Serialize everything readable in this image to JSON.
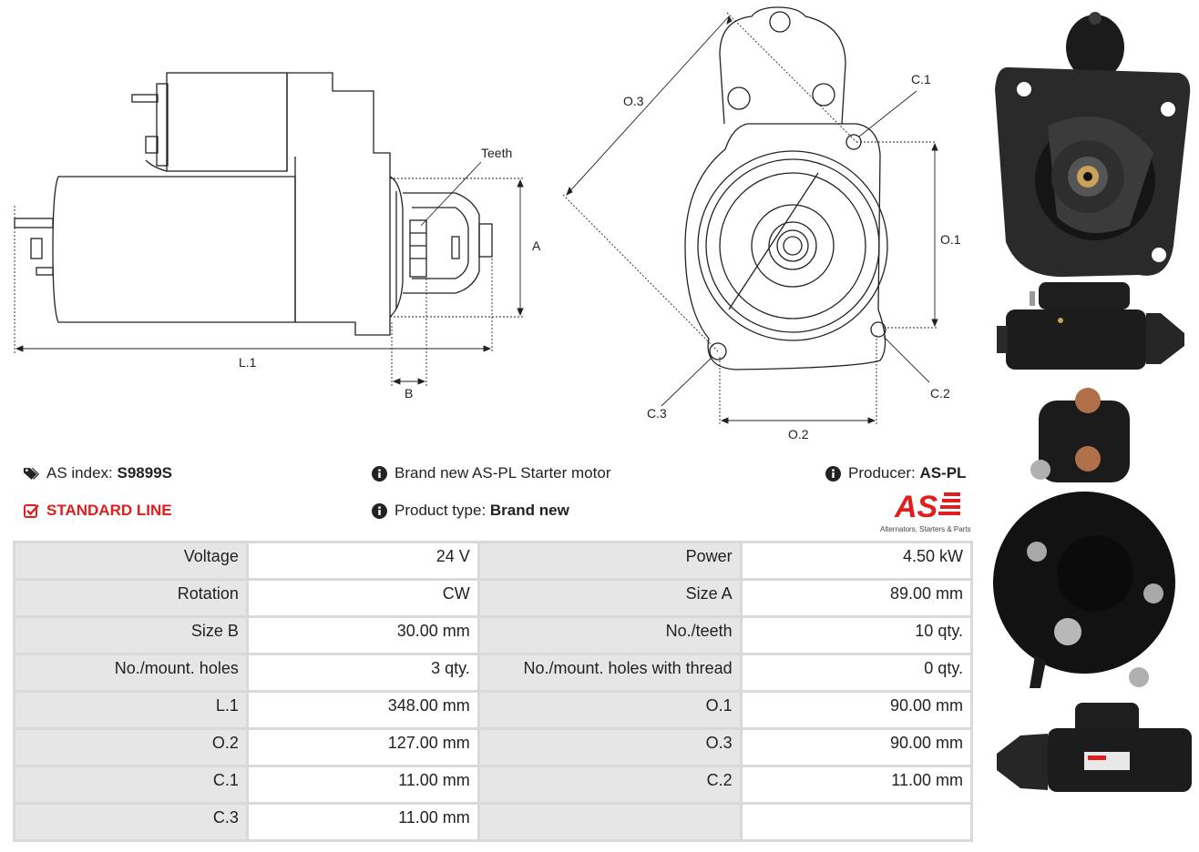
{
  "drawing_labels": {
    "teeth": "Teeth",
    "a": "A",
    "b": "B",
    "l1": "L.1",
    "o1": "O.1",
    "o2": "O.2",
    "o3": "O.3",
    "c1": "C.1",
    "c2": "C.2",
    "c3": "C.3"
  },
  "header": {
    "index_label": "AS index:",
    "index_value": "S9899S",
    "line_label": "STANDARD LINE",
    "description": "Brand new AS-PL Starter motor",
    "product_type_label": "Product type:",
    "product_type_value": "Brand new",
    "producer_label": "Producer:",
    "producer_value": "AS-PL",
    "logo_text": "AS",
    "logo_tagline": "Alternators, Starters & Parts"
  },
  "icons": [
    "tags-icon",
    "check-square-icon",
    "info-icon"
  ],
  "colors": {
    "accent_red": "#e01e1e",
    "key_cell": "#e6e6e6",
    "border": "#d9d9d9"
  },
  "specs": [
    [
      "Voltage",
      "24 V",
      "Power",
      "4.50 kW"
    ],
    [
      "Rotation",
      "CW",
      "Size A",
      "89.00 mm"
    ],
    [
      "Size B",
      "30.00 mm",
      "No./teeth",
      "10 qty."
    ],
    [
      "No./mount. holes",
      "3 qty.",
      "No./mount. holes with thread",
      "0 qty."
    ],
    [
      "L.1",
      "348.00 mm",
      "O.1",
      "90.00 mm"
    ],
    [
      "O.2",
      "127.00 mm",
      "O.3",
      "90.00 mm"
    ],
    [
      "C.1",
      "11.00 mm",
      "C.2",
      "11.00 mm"
    ],
    [
      "C.3",
      "11.00 mm",
      "",
      ""
    ]
  ]
}
